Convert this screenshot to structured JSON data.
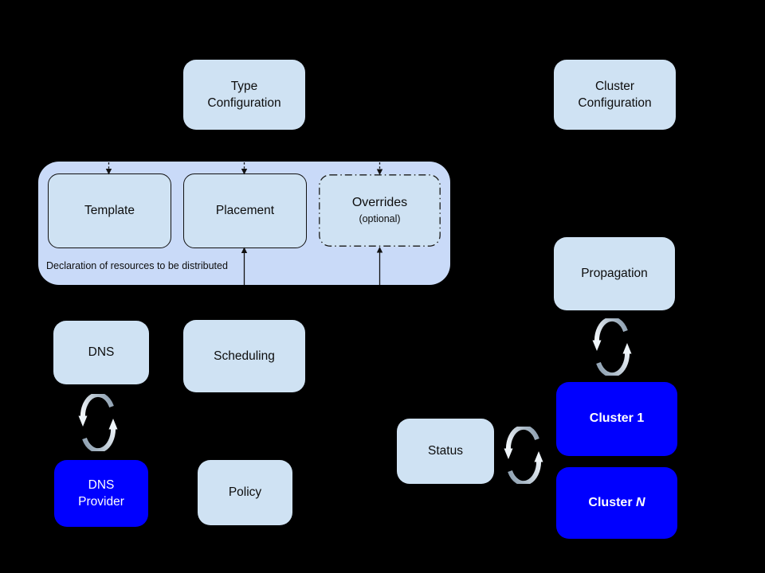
{
  "diagram": {
    "background": "#000000",
    "colors": {
      "light_box": "#cfe2f3",
      "group_box": "#c9daf8",
      "accent_blue": "#0000ff",
      "text_dark": "#0d0d0d",
      "text_light": "#ffffff",
      "sync_icon_silver": "#c3d0dd"
    },
    "nodes": {
      "type_configuration": {
        "label": "Type\nConfiguration"
      },
      "cluster_configuration": {
        "label": "Cluster\nConfiguration"
      },
      "template": {
        "label": "Template"
      },
      "placement": {
        "label": "Placement"
      },
      "overrides": {
        "title": "Overrides",
        "subtitle": "(optional)"
      },
      "dns": {
        "label": "DNS"
      },
      "scheduling": {
        "label": "Scheduling"
      },
      "dns_provider": {
        "label": "DNS\nProvider"
      },
      "policy": {
        "label": "Policy"
      },
      "propagation": {
        "label": "Propagation"
      },
      "status": {
        "label": "Status"
      },
      "cluster_1": {
        "label": "Cluster 1"
      },
      "cluster_n": {
        "prefix": "Cluster ",
        "suffix": "N"
      }
    },
    "group": {
      "caption": "Declaration of resources to be distributed"
    },
    "icons": {
      "sync": "circular-sync-arrows"
    }
  }
}
